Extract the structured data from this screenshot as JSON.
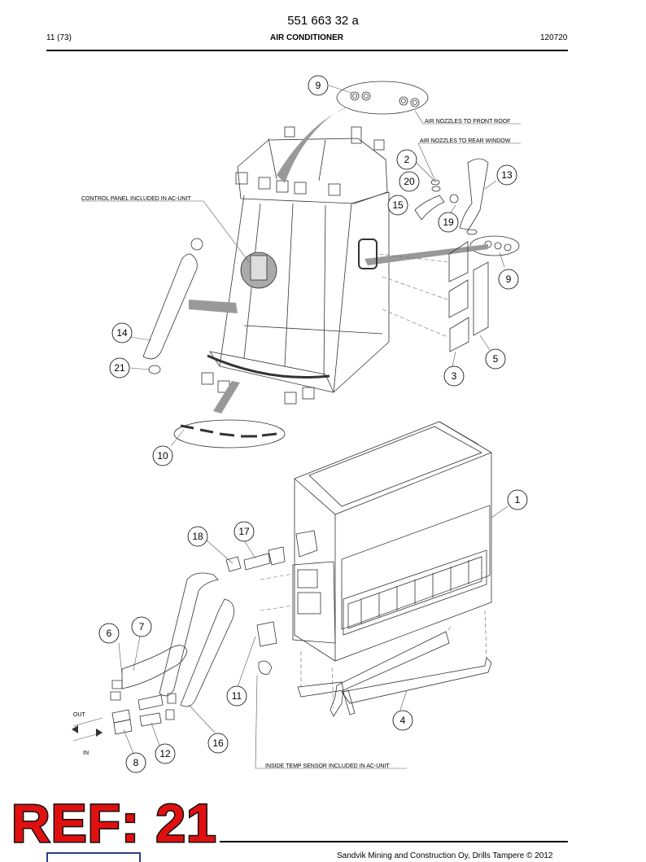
{
  "header": {
    "part_number": "551 663 32 a",
    "page": "11 (73)",
    "title": "AIR CONDITIONER",
    "date": "120720"
  },
  "annotations": {
    "air_nozzles_front_roof": "AIR NOZZLES TO FRONT ROOF",
    "air_nozzles_rear_window": "AIR NOZZLES TO REAR WINDOW",
    "control_panel": "CONTROL PANEL INCLUDED IN AC-UNIT",
    "inside_temp_sensor": "INSIDE TEMP SENSOR INCLUDED IN AC-UNIT",
    "out": "OUT",
    "in": "IN"
  },
  "callouts": [
    "9",
    "2",
    "13",
    "20",
    "15",
    "19",
    "9",
    "5",
    "3",
    "14",
    "21",
    "10",
    "1",
    "18",
    "17",
    "7",
    "6",
    "11",
    "4",
    "16",
    "12",
    "8"
  ],
  "footer": {
    "copyright": "Sandvik Mining and Construction Oy, Drills Tampere © 2012"
  },
  "overlay": {
    "ref_stamp": "REF: 21"
  }
}
